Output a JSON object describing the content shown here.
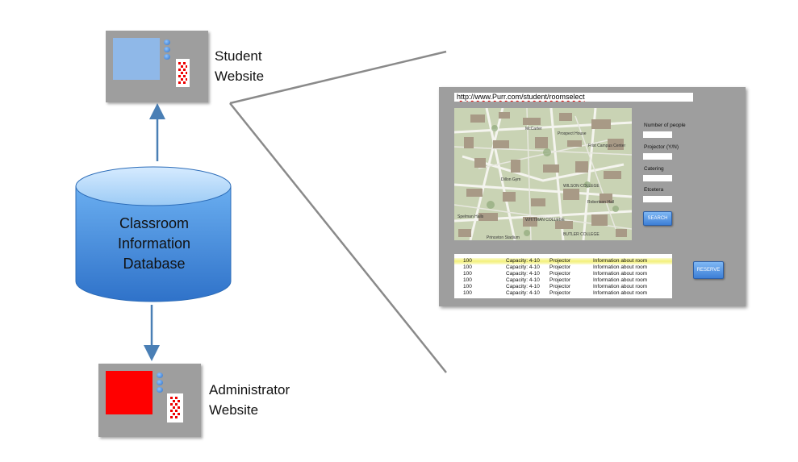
{
  "student_site": {
    "label_line1": "Student",
    "label_line2": "Website"
  },
  "admin_site": {
    "label_line1": "Administrator",
    "label_line2": "Website"
  },
  "database": {
    "line1": "Classroom",
    "line2": "Information",
    "line3": "Database"
  },
  "mockup": {
    "url": "http://www.Purr.com/student/roomselect",
    "form": {
      "fields": [
        "Number of people",
        "Projector (Y/N)",
        "Catering",
        "Etcetera"
      ],
      "search_label": "SEARCH"
    },
    "reserve_label": "RESERVE",
    "map_labels": [
      "McCarter",
      "Prospect House",
      "Frist Campus Center",
      "WILSON COLLEGE",
      "WHITMAN COLLEGE",
      "BUTLER COLLEGE",
      "Robertson Hall",
      "Dillon Gym",
      "Spelman Halls",
      "Princeton Stadium"
    ],
    "results": [
      {
        "n": "100",
        "capacity": "Capacity: 4-10",
        "feature": "Projector",
        "info": "Information about room"
      },
      {
        "n": "100",
        "capacity": "Capacity: 4-10",
        "feature": "Projector",
        "info": "Information about room"
      },
      {
        "n": "100",
        "capacity": "Capacity: 4-10",
        "feature": "Projector",
        "info": "Information about room"
      },
      {
        "n": "100",
        "capacity": "Capacity: 4-10",
        "feature": "Projector",
        "info": "Information about room"
      },
      {
        "n": "100",
        "capacity": "Capacity: 4-10",
        "feature": "Projector",
        "info": "Information about room"
      },
      {
        "n": "100",
        "capacity": "Capacity: 4-10",
        "feature": "Projector",
        "info": "Information about room"
      }
    ]
  },
  "colors": {
    "arrow": "#4a7fb5",
    "panel": "#9e9e9e",
    "db_top": "#a9d1f7",
    "db_body": "#3d86dc",
    "admin_screen": "#ff0000",
    "student_screen": "#8fb8e8",
    "highlight": "#f3f07a",
    "button": "#3d7fd6"
  }
}
